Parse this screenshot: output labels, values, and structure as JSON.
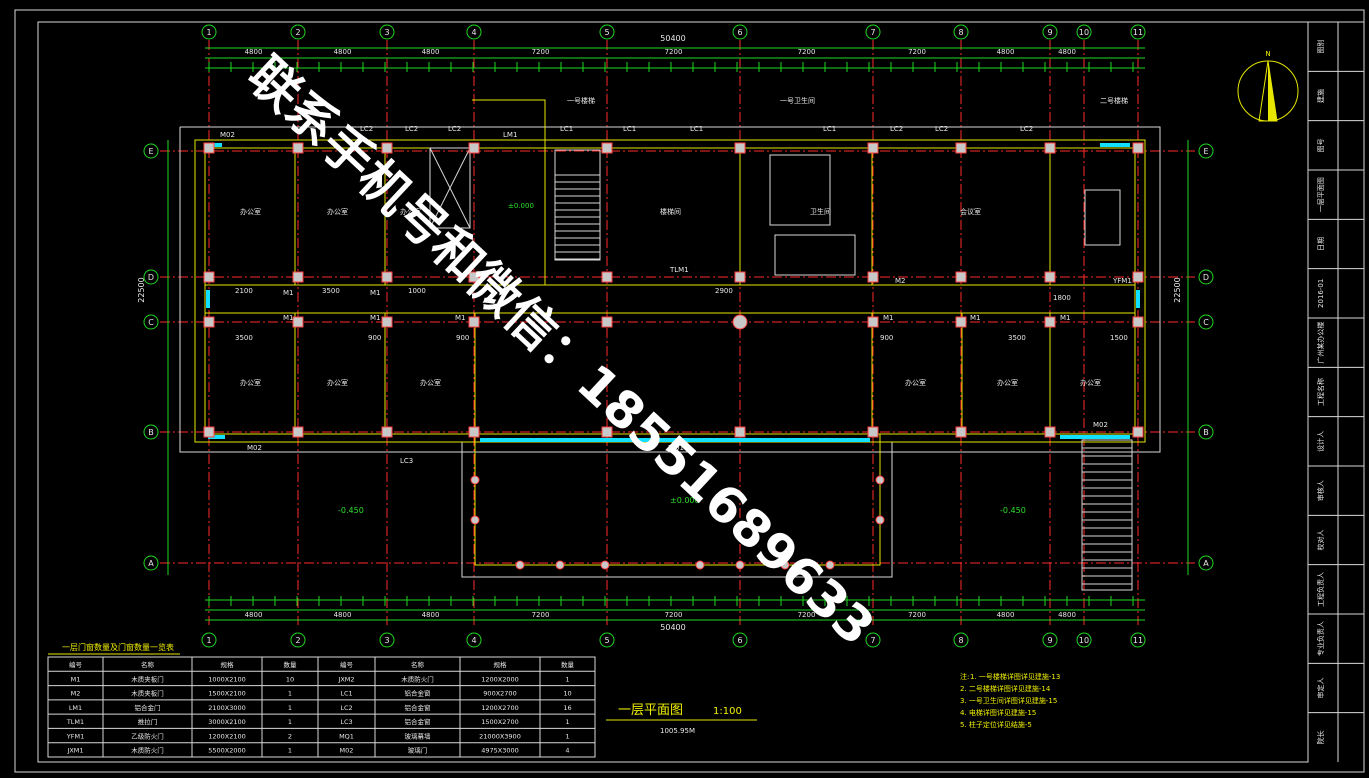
{
  "plan": {
    "title": "一层平面图",
    "scale": "1:100",
    "elevation_note": "1005.95M",
    "overall_dim_top": "50400",
    "overall_dim_bottom": "50400",
    "overall_dim_side": "22500",
    "bay_dims": [
      "4800",
      "4800",
      "4800",
      "7200",
      "7200",
      "7200",
      "7200",
      "4800",
      "4800"
    ],
    "axis_numbers": [
      "1",
      "2",
      "3",
      "4",
      "5",
      "6",
      "7",
      "8",
      "9",
      "10",
      "11"
    ],
    "axis_letters": [
      "E",
      "D",
      "C",
      "B",
      "A"
    ],
    "level_marks": [
      "±0.000",
      "-0.450",
      "±0.000",
      "-0.450"
    ],
    "door_labels": [
      "M1",
      "M1",
      "M1",
      "M1",
      "M2",
      "M1",
      "M1",
      "M1",
      "M1",
      "YFM1",
      "TLM1",
      "LM1",
      "M02",
      "M02",
      "MQ1",
      "M02"
    ],
    "window_labels": [
      "LC2",
      "LC2",
      "LC2",
      "LC1",
      "LC1",
      "LC1",
      "LC1",
      "LC2",
      "LC2",
      "LC2",
      "LC3"
    ],
    "room_labels": [
      "办公室",
      "办公室",
      "办公室",
      "楼梯间",
      "卫生间",
      "会议室",
      "办公室",
      "办公室",
      "办公室",
      "办公室",
      "办公室",
      "办公室"
    ],
    "section_marks": [
      "一号楼梯",
      "一号卫生间",
      "二号楼梯"
    ],
    "small_dims": [
      "2100",
      "3500",
      "3500",
      "900",
      "1000",
      "2900",
      "1800",
      "3500",
      "900",
      "900",
      "1500"
    ],
    "notes_title": "注:",
    "notes": [
      "1. 一号楼梯详图详见建施-13",
      "2. 二号楼梯详图详见建施-14",
      "3. 一号卫生间详图详见建施-15",
      "4. 电梯详图详见建施-15",
      "5. 柱子定位详见结施-5"
    ]
  },
  "schedule": {
    "title": "一层门窗数量及门窗数量一览表",
    "headers": [
      "编号",
      "名称",
      "规格",
      "数量",
      "编号",
      "名称",
      "规格",
      "数量"
    ],
    "rows": [
      [
        "M1",
        "木质夹板门",
        "1000X2100",
        "10",
        "JXM2",
        "木质防火门",
        "1200X2000",
        "1"
      ],
      [
        "M2",
        "木质夹板门",
        "1500X2100",
        "1",
        "LC1",
        "铝合金窗",
        "900X2700",
        "10"
      ],
      [
        "LM1",
        "铝合金门",
        "2100X3000",
        "1",
        "LC2",
        "铝合金窗",
        "1200X2700",
        "16"
      ],
      [
        "TLM1",
        "推拉门",
        "3000X2100",
        "1",
        "LC3",
        "铝合金窗",
        "1500X2700",
        "1"
      ],
      [
        "YFM1",
        "乙级防火门",
        "1200X2100",
        "2",
        "MQ1",
        "玻璃幕墙",
        "21000X3900",
        "1"
      ],
      [
        "JXM1",
        "木质防火门",
        "5500X2000",
        "1",
        "M02",
        "玻璃门",
        "4975X3000",
        "4"
      ]
    ]
  },
  "title_block": {
    "labels": [
      "图别",
      "建施",
      "图号",
      "一层平面图",
      "日期",
      "2016-01",
      "广州某办公楼",
      "工程名称",
      "设计人",
      "审核人",
      "校对人",
      "工程负责人",
      "专业负责人",
      "审定人",
      "院长"
    ]
  },
  "watermark": {
    "text": "联系手机号和微信：18551689633"
  },
  "north": {
    "label": "N"
  }
}
